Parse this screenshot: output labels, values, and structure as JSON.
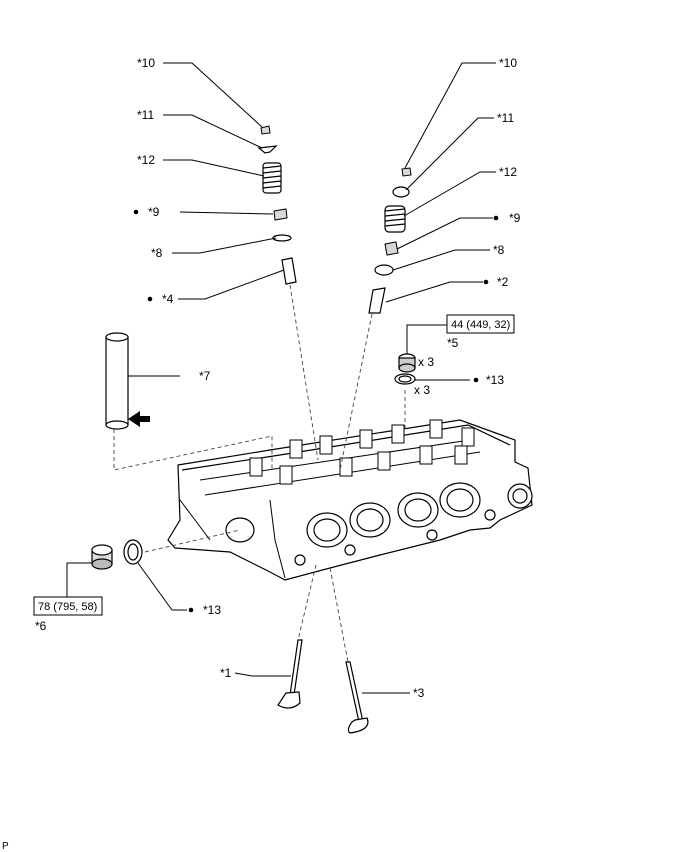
{
  "labels": {
    "l10_left": "*10",
    "l11_left": "*11",
    "l12_left": "*12",
    "l9_left": "*9",
    "l8_left": "*8",
    "l4": "*4",
    "l7": "*7",
    "l10_right": "*10",
    "l11_right": "*11",
    "l12_right": "*12",
    "l9_right": "*9",
    "l8_right": "*8",
    "l2": "*2",
    "l5": "*5",
    "l13_top": "*13",
    "l13_bottom": "*13",
    "l6": "*6",
    "l1": "*1",
    "l3": "*3"
  },
  "quantities": {
    "plug_qty": "x 3",
    "gasket_qty": "x 3"
  },
  "torque": {
    "plug_spec": "44 (449, 32)",
    "cap_spec": "78 (795, 58)"
  },
  "footer": {
    "code": "P"
  },
  "icons": {
    "bullet": "filled-dot",
    "arrow": "left-arrow"
  }
}
